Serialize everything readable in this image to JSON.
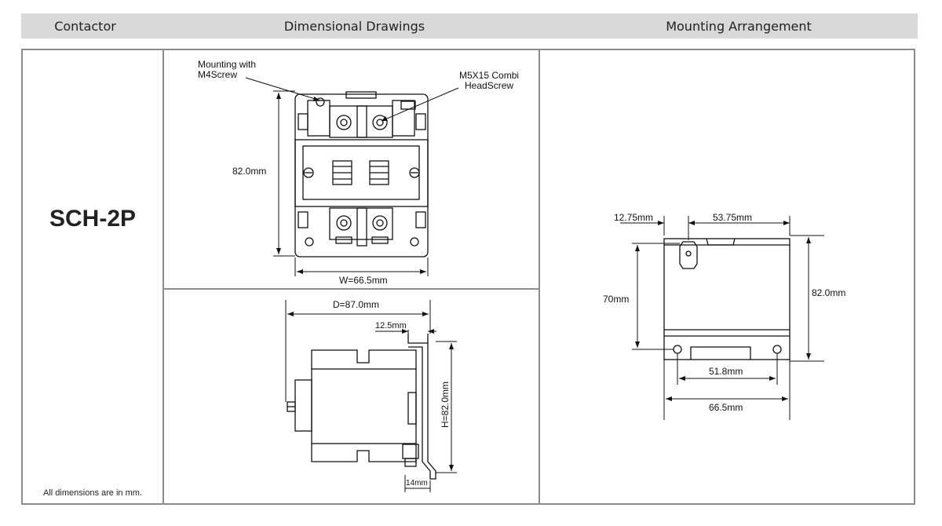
{
  "headers": {
    "contactor": "Contactor",
    "dimensional_drawings": "Dimensional Drawings",
    "mounting_arrangement": "Mounting Arrangement"
  },
  "model": "SCH-2P",
  "footnote": "All dimensions are in mm.",
  "front_view": {
    "mounting_label_line1": "Mounting with",
    "mounting_label_line2": "M4Screw",
    "screw_label_line1": "M5X15 Combi",
    "screw_label_line2": "HeadScrew",
    "height_label": "82.0mm",
    "width_label": "W=66.5mm"
  },
  "side_view": {
    "depth_label": "D=87.0mm",
    "offset_label": "12.5mm",
    "height_label": "H=82.0mm",
    "rail_label": "14mm"
  },
  "mounting": {
    "left_offset_label": "12.75mm",
    "top_span_label": "53.75mm",
    "hole_height_label": "70mm",
    "total_height_label": "82.0mm",
    "hole_span_label": "51.8mm",
    "total_width_label": "66.5mm"
  },
  "colors": {
    "header_bg": "#d9d9d9",
    "border": "#8c8c8c",
    "line": "#111111"
  }
}
